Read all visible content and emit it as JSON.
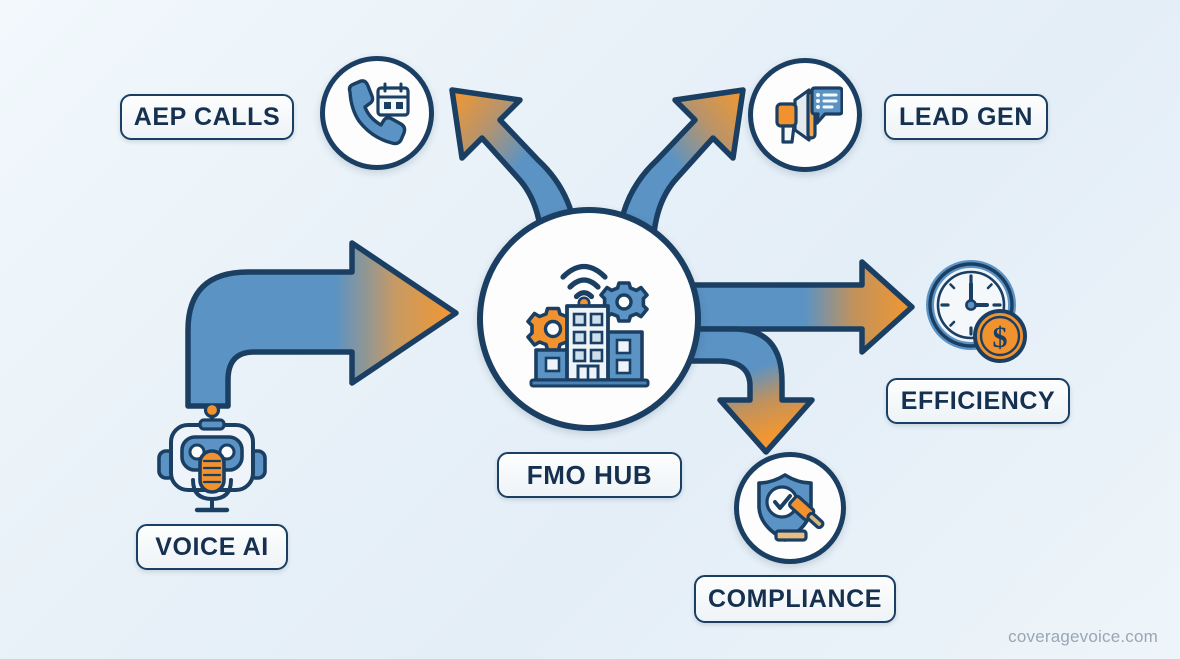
{
  "diagram": {
    "title": "FMO HUB voice AI workflow diagram",
    "watermark": "coveragevoice.com",
    "colors": {
      "navy": "#1b3f63",
      "text_navy": "#15314f",
      "blue": "#5b93c4",
      "blue_dark": "#4a82b5",
      "orange": "#f2922f",
      "orange_light": "#f7a84b",
      "pill_fill": "#f4f8fb",
      "background_light": "#f2f8fc",
      "background_deep": "#e4eef7"
    },
    "center": {
      "label": "FMO HUB",
      "icon": "smart-building-gears-wifi-icon"
    },
    "input": {
      "label": "VOICE AI",
      "icon": "robot-microphone-icon",
      "arrow": "curved-arrow-right-into-hub"
    },
    "outputs": [
      {
        "label": "AEP CALLS",
        "icon": "phone-calendar-icon",
        "arrow": "curved-arrow-up-left",
        "direction": "up-left"
      },
      {
        "label": "LEAD GEN",
        "icon": "megaphone-speech-bubble-icon",
        "arrow": "curved-arrow-up-right",
        "direction": "up-right"
      },
      {
        "label": "EFFICIENCY",
        "icon": "clock-dollar-coin-icon",
        "arrow": "straight-arrow-right",
        "direction": "right"
      },
      {
        "label": "COMPLIANCE",
        "icon": "shield-check-gavel-icon",
        "arrow": "curved-arrow-down-right",
        "direction": "down-right"
      }
    ]
  }
}
